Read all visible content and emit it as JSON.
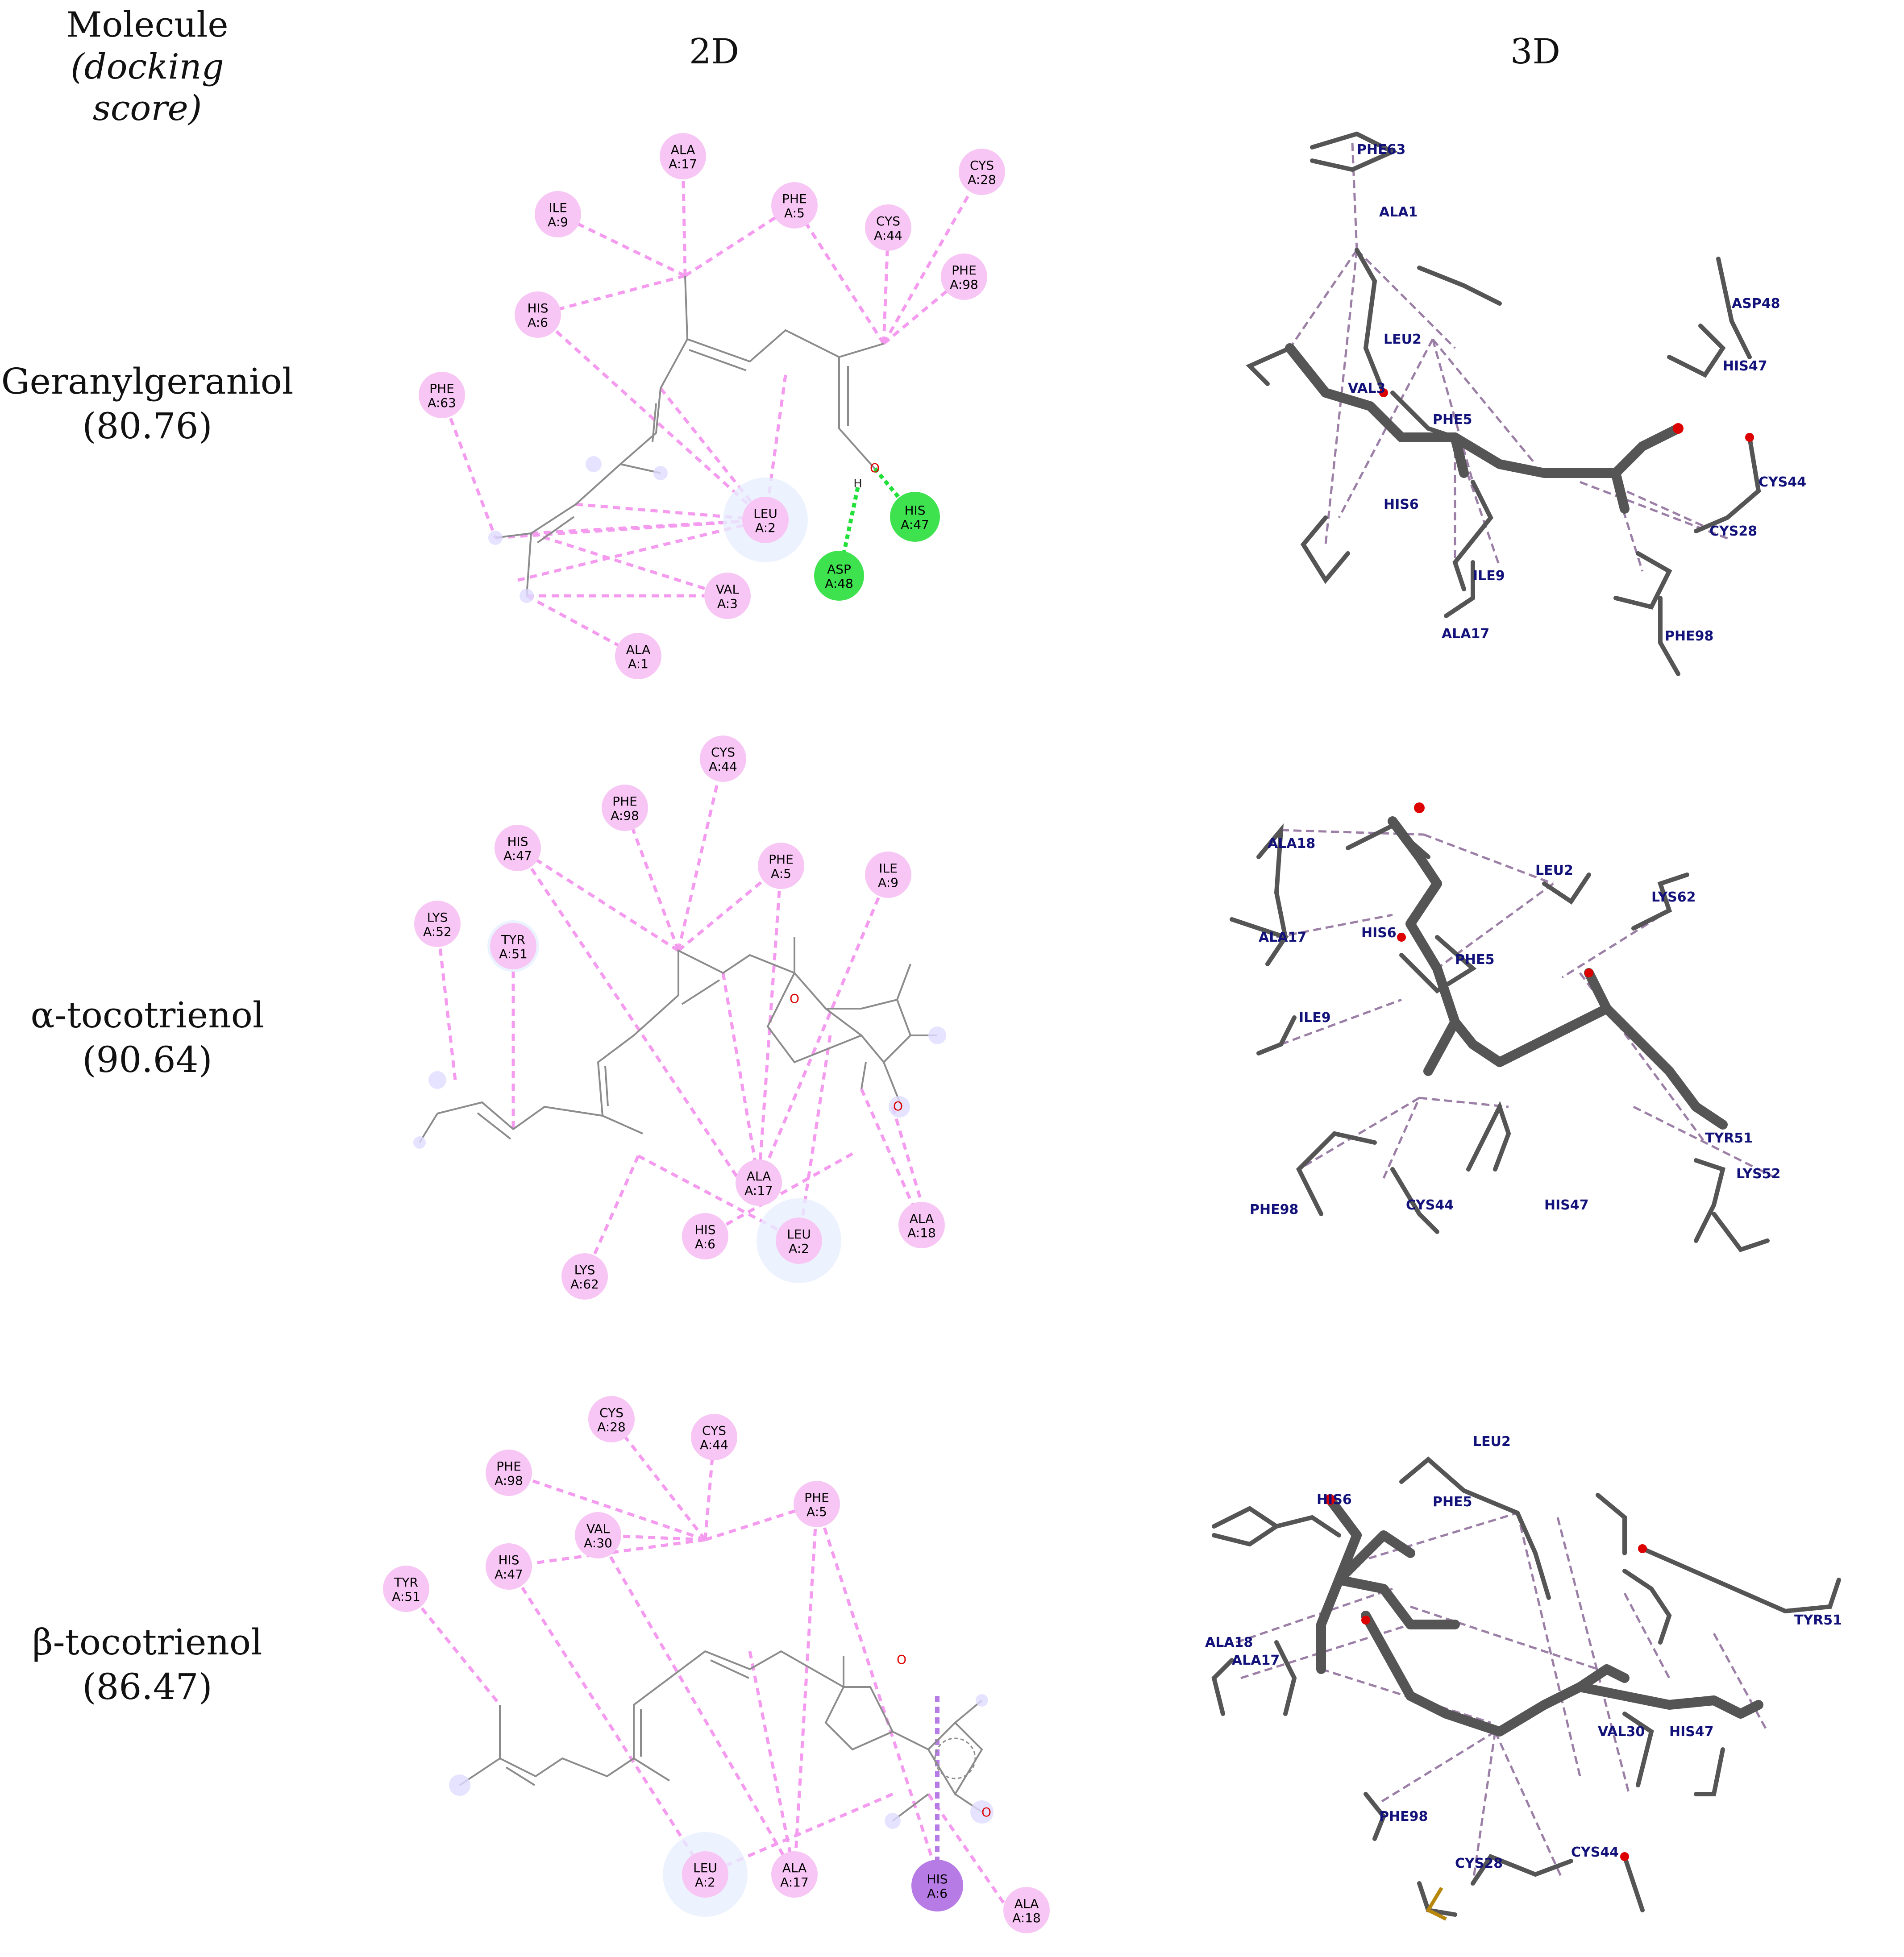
{
  "headers": {
    "molecule": "Molecule",
    "docking_score": "(docking score)",
    "col_2d": "2D",
    "col_3d": "3D"
  },
  "rows": [
    {
      "name": "Geranylgeraniol",
      "score": "(80.76)",
      "residues_2d": [
        {
          "res": "ALA",
          "id": "A:17"
        },
        {
          "res": "CYS",
          "id": "A:28"
        },
        {
          "res": "ILE",
          "id": "A:9"
        },
        {
          "res": "PHE",
          "id": "A:5"
        },
        {
          "res": "CYS",
          "id": "A:44"
        },
        {
          "res": "PHE",
          "id": "A:98"
        },
        {
          "res": "HIS",
          "id": "A:6"
        },
        {
          "res": "PHE",
          "id": "A:63"
        },
        {
          "res": "LEU",
          "id": "A:2"
        },
        {
          "res": "HIS",
          "id": "A:47"
        },
        {
          "res": "ASP",
          "id": "A:48"
        },
        {
          "res": "VAL",
          "id": "A:3"
        },
        {
          "res": "ALA",
          "id": "A:1"
        }
      ],
      "labels_3d": [
        "PHE63",
        "ALA1",
        "ASP48",
        "LEU2",
        "HIS47",
        "VAL3",
        "PHE5",
        "CYS44",
        "HIS6",
        "CYS28",
        "ILE9",
        "ALA17",
        "PHE98"
      ]
    },
    {
      "name": "α-tocotrienol",
      "score": "(90.64)",
      "residues_2d": [
        {
          "res": "CYS",
          "id": "A:44"
        },
        {
          "res": "PHE",
          "id": "A:98"
        },
        {
          "res": "HIS",
          "id": "A:47"
        },
        {
          "res": "PHE",
          "id": "A:5"
        },
        {
          "res": "ILE",
          "id": "A:9"
        },
        {
          "res": "LYS",
          "id": "A:52"
        },
        {
          "res": "TYR",
          "id": "A:51"
        },
        {
          "res": "ALA",
          "id": "A:17"
        },
        {
          "res": "HIS",
          "id": "A:6"
        },
        {
          "res": "LEU",
          "id": "A:2"
        },
        {
          "res": "LYS",
          "id": "A:62"
        },
        {
          "res": "ALA",
          "id": "A:18"
        }
      ],
      "labels_3d": [
        "ALA18",
        "LEU2",
        "LYS62",
        "HIS6",
        "ALA17",
        "PHE5",
        "ILE9",
        "TYR51",
        "LYS52",
        "PHE98",
        "CYS44",
        "HIS47"
      ]
    },
    {
      "name": "β-tocotrienol",
      "score": "(86.47)",
      "residues_2d": [
        {
          "res": "CYS",
          "id": "A:28"
        },
        {
          "res": "CYS",
          "id": "A:44"
        },
        {
          "res": "PHE",
          "id": "A:98"
        },
        {
          "res": "PHE",
          "id": "A:5"
        },
        {
          "res": "VAL",
          "id": "A:30"
        },
        {
          "res": "HIS",
          "id": "A:47"
        },
        {
          "res": "TYR",
          "id": "A:51"
        },
        {
          "res": "LEU",
          "id": "A:2"
        },
        {
          "res": "ALA",
          "id": "A:17"
        },
        {
          "res": "HIS",
          "id": "A:6"
        },
        {
          "res": "ALA",
          "id": "A:18"
        }
      ],
      "labels_3d": [
        "LEU2",
        "HIS6",
        "PHE5",
        "TYR51",
        "ALA18",
        "ALA17",
        "VAL30",
        "HIS47",
        "PHE98",
        "CYS28",
        "CYS44"
      ]
    }
  ],
  "atoms": {
    "oxygen": "O",
    "hydrogen": "H"
  },
  "colors": {
    "alkyl_interaction": "#f7c6f4",
    "alkyl_line": "#f59bef",
    "hbond": "#22e03a",
    "pi_sigma": "#b77be6",
    "bond": "#8c8c8c",
    "stick": "#555555",
    "stick_label": "#12127a",
    "dash_3d": "#9c7fa6",
    "oxygen": "#dd0000"
  }
}
